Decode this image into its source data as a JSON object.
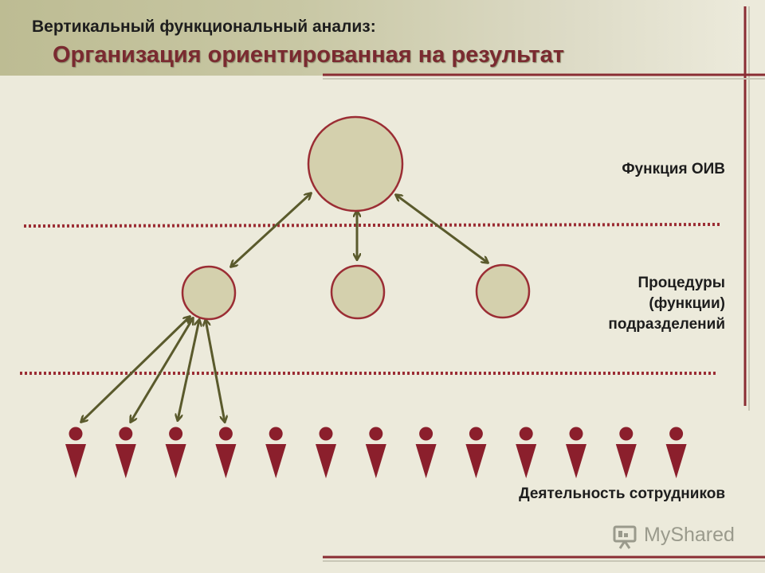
{
  "header": {
    "subtitle": "Вертикальный функциональный анализ:",
    "title": "Организация ориентированная на результат"
  },
  "levels": {
    "top": "Функция ОИВ",
    "middle": [
      "Процедуры",
      "(функции)",
      "подразделений"
    ],
    "bottom": "Деятельность сотрудников"
  },
  "employees_count": 13,
  "watermark": "MyShared",
  "colors": {
    "circle_fill": "#d4d0ad",
    "circle_stroke": "#9b2d34",
    "arrow": "#5a5a2c",
    "employee": "#8b1f2c",
    "dotted_line": "#9b2d34",
    "frame": "#8a2d33"
  }
}
